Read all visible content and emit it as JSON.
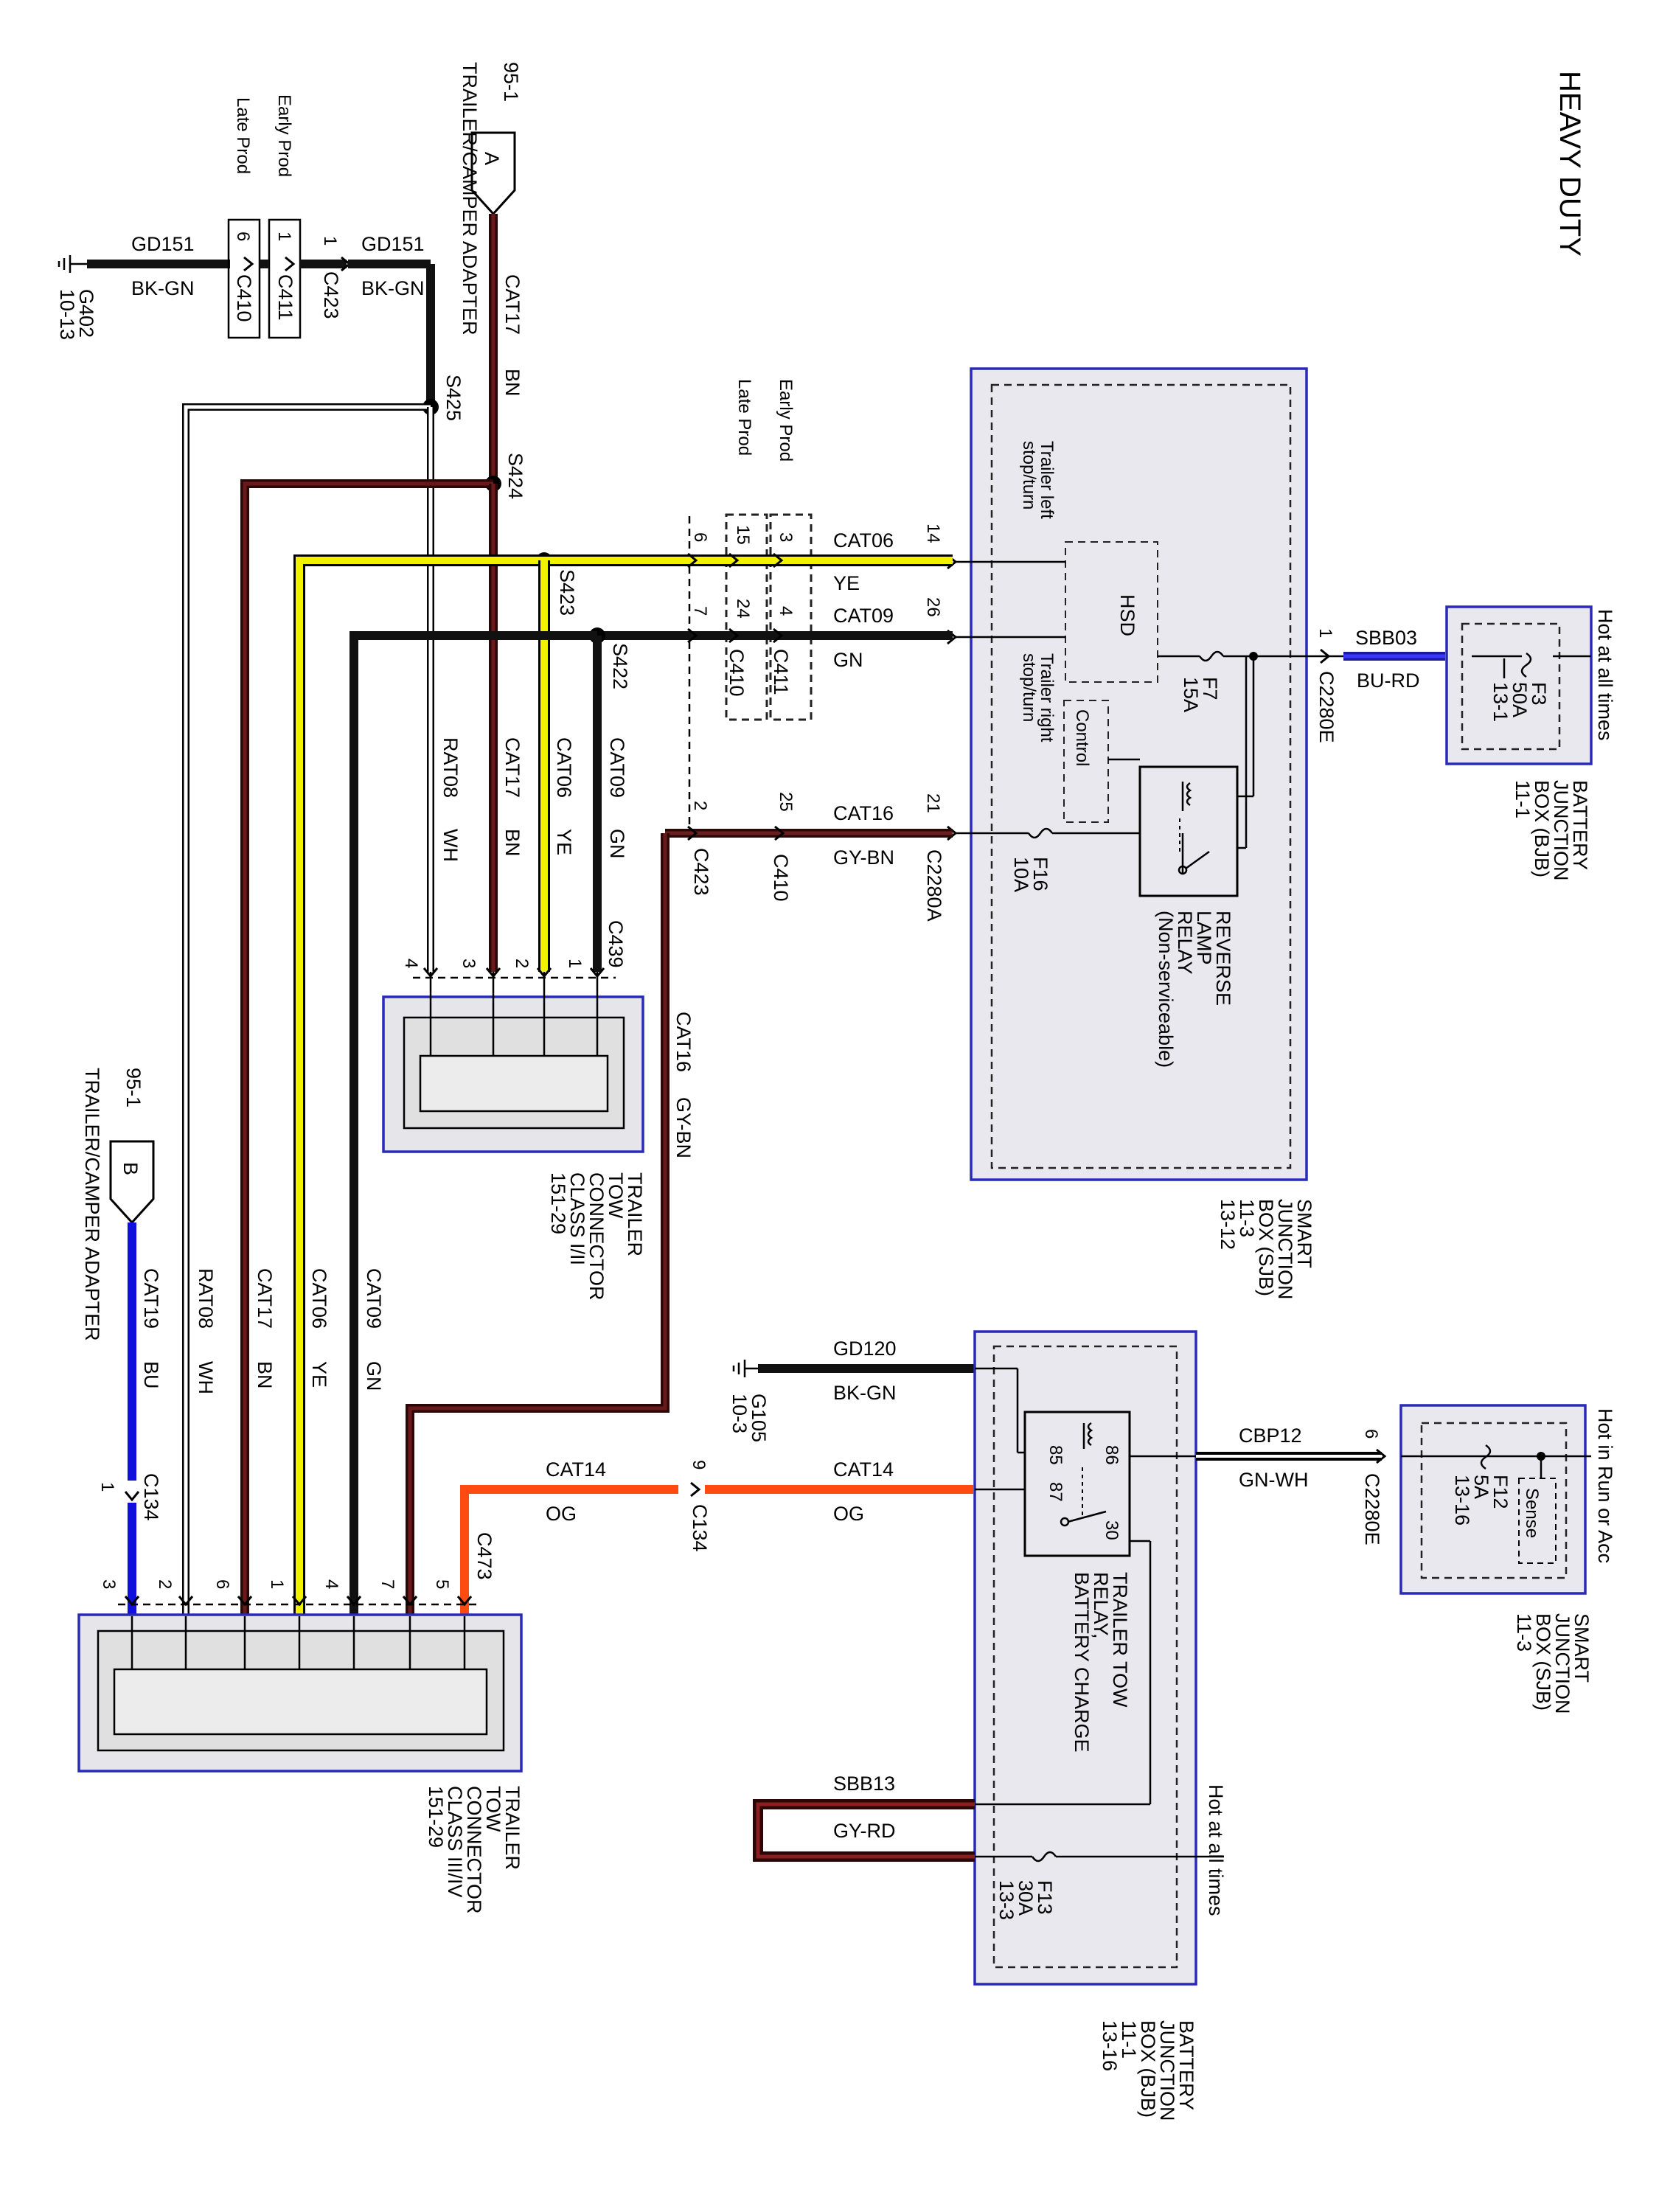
{
  "title": "HEAVY DUTY",
  "modules": {
    "bjb_top": {
      "lines": [
        "BATTERY",
        "JUNCTION",
        "BOX (BJB)",
        "11-1"
      ],
      "note": "Hot at all times",
      "fuse": [
        "F3",
        "50A",
        "13-1"
      ]
    },
    "sjb_main": {
      "lines": [
        "SMART",
        "JUNCTION",
        "BOX (SJB)",
        "11-3",
        "13-12"
      ],
      "hsd": "HSD",
      "control": "Control",
      "left_label": [
        "Trailer left",
        "stop/turn"
      ],
      "right_label": [
        "Trailer right",
        "stop/turn"
      ],
      "fuse_f7": [
        "F7",
        "15A"
      ],
      "fuse_f16": [
        "F16",
        "10A"
      ],
      "relay": [
        "REVERSE",
        "LAMP",
        "RELAY",
        "(Non-serviceable)"
      ]
    },
    "sjb_lower": {
      "lines": [
        "SMART",
        "JUNCTION",
        "BOX (SJB)",
        "11-3"
      ],
      "note": "Hot in Run or Acc",
      "fuse": [
        "F12",
        "5A",
        "13-16"
      ],
      "sense": "Sense"
    },
    "bjb_lower": {
      "lines": [
        "BATTERY",
        "JUNCTION",
        "BOX (BJB)",
        "11-1",
        "13-16"
      ],
      "note": "Hot at all times",
      "fuse": [
        "F13",
        "30A",
        "13-3"
      ],
      "relay": [
        "TRAILER TOW",
        "RELAY,",
        "BATTERY CHARGE"
      ],
      "pins": [
        "86",
        "85",
        "87",
        "30"
      ]
    }
  },
  "connectors": {
    "tow_7": {
      "lines": [
        "TRAILER",
        "TOW",
        "CONNECTOR",
        "CLASS I/II",
        "151-29"
      ],
      "id": "C439",
      "pins": [
        "4",
        "3",
        "2",
        "1"
      ]
    },
    "tow_ivb": {
      "lines": [
        "TRAILER",
        "TOW",
        "CONNECTOR",
        "CLASS III/IV",
        "151-29"
      ],
      "id": "C473",
      "pins": [
        "3",
        "2",
        "6",
        "1",
        "4",
        "7",
        "5"
      ]
    },
    "adapter_a": {
      "ref": "95-1",
      "name": "TRAILER/CAMPER ADAPTER",
      "letter": "A"
    },
    "adapter_b": {
      "ref": "95-1",
      "name": "TRAILER/CAMPER ADAPTER",
      "letter": "B"
    },
    "c2280e": "C2280E",
    "c2280a": "C2280A",
    "c410": "C410",
    "c411": "C411",
    "c423": "C423",
    "c134": "C134",
    "early_prod": "Early Prod",
    "late_prod": "Late Prod"
  },
  "splices": [
    "S425",
    "S424",
    "S423",
    "S422"
  ],
  "grounds": [
    {
      "id": "G402",
      "ref": "10-13"
    },
    {
      "id": "G105",
      "ref": "10-3"
    }
  ],
  "wires": {
    "gd151": {
      "circuit": "GD151",
      "color": "BK-GN"
    },
    "cat17": {
      "circuit": "CAT17",
      "color": "BN"
    },
    "cat06": {
      "circuit": "CAT06",
      "color": "YE"
    },
    "cat09": {
      "circuit": "CAT09",
      "color": "GN"
    },
    "rat08": {
      "circuit": "RAT08",
      "color": "WH"
    },
    "cat16": {
      "circuit": "CAT16",
      "color": "GY-BN"
    },
    "sbb03": {
      "circuit": "SBB03",
      "color": "BU-RD"
    },
    "cat19": {
      "circuit": "CAT19",
      "color": "BU"
    },
    "cbp12": {
      "circuit": "CBP12",
      "color": "GN-WH"
    },
    "gd120": {
      "circuit": "GD120",
      "color": "BK-GN"
    },
    "cat14": {
      "circuit": "CAT14",
      "color": "OG"
    },
    "sbb13": {
      "circuit": "SBB13",
      "color": "GY-RD"
    }
  },
  "pin_numbers": {
    "sjb_cat06": "14",
    "sjb_cat09": "26",
    "sjb_cat16": "21",
    "sjb_sbb03": "1",
    "c410_cat06": "15",
    "c410_cat09": "24",
    "c410_cat16": "25",
    "c411_cat06": "3",
    "c411_cat09": "4",
    "c423_cat06": "6",
    "c423_cat09": "7",
    "c423_cat16": "2",
    "c410_gd151": "6",
    "c411_gd151": "1",
    "c423_gd151": "1",
    "sjb_cbp12": "6",
    "c134_cat14": "9",
    "c134_cat19": "1"
  },
  "colors": {
    "brown": "#4a1010",
    "yellow": "#f2f200",
    "black": "#111111",
    "white": "#ffffff",
    "blue": "#1010dd",
    "orange": "#ff4a10",
    "box_border": "#2a2ab8",
    "box_fill": "#e8e8ee"
  }
}
